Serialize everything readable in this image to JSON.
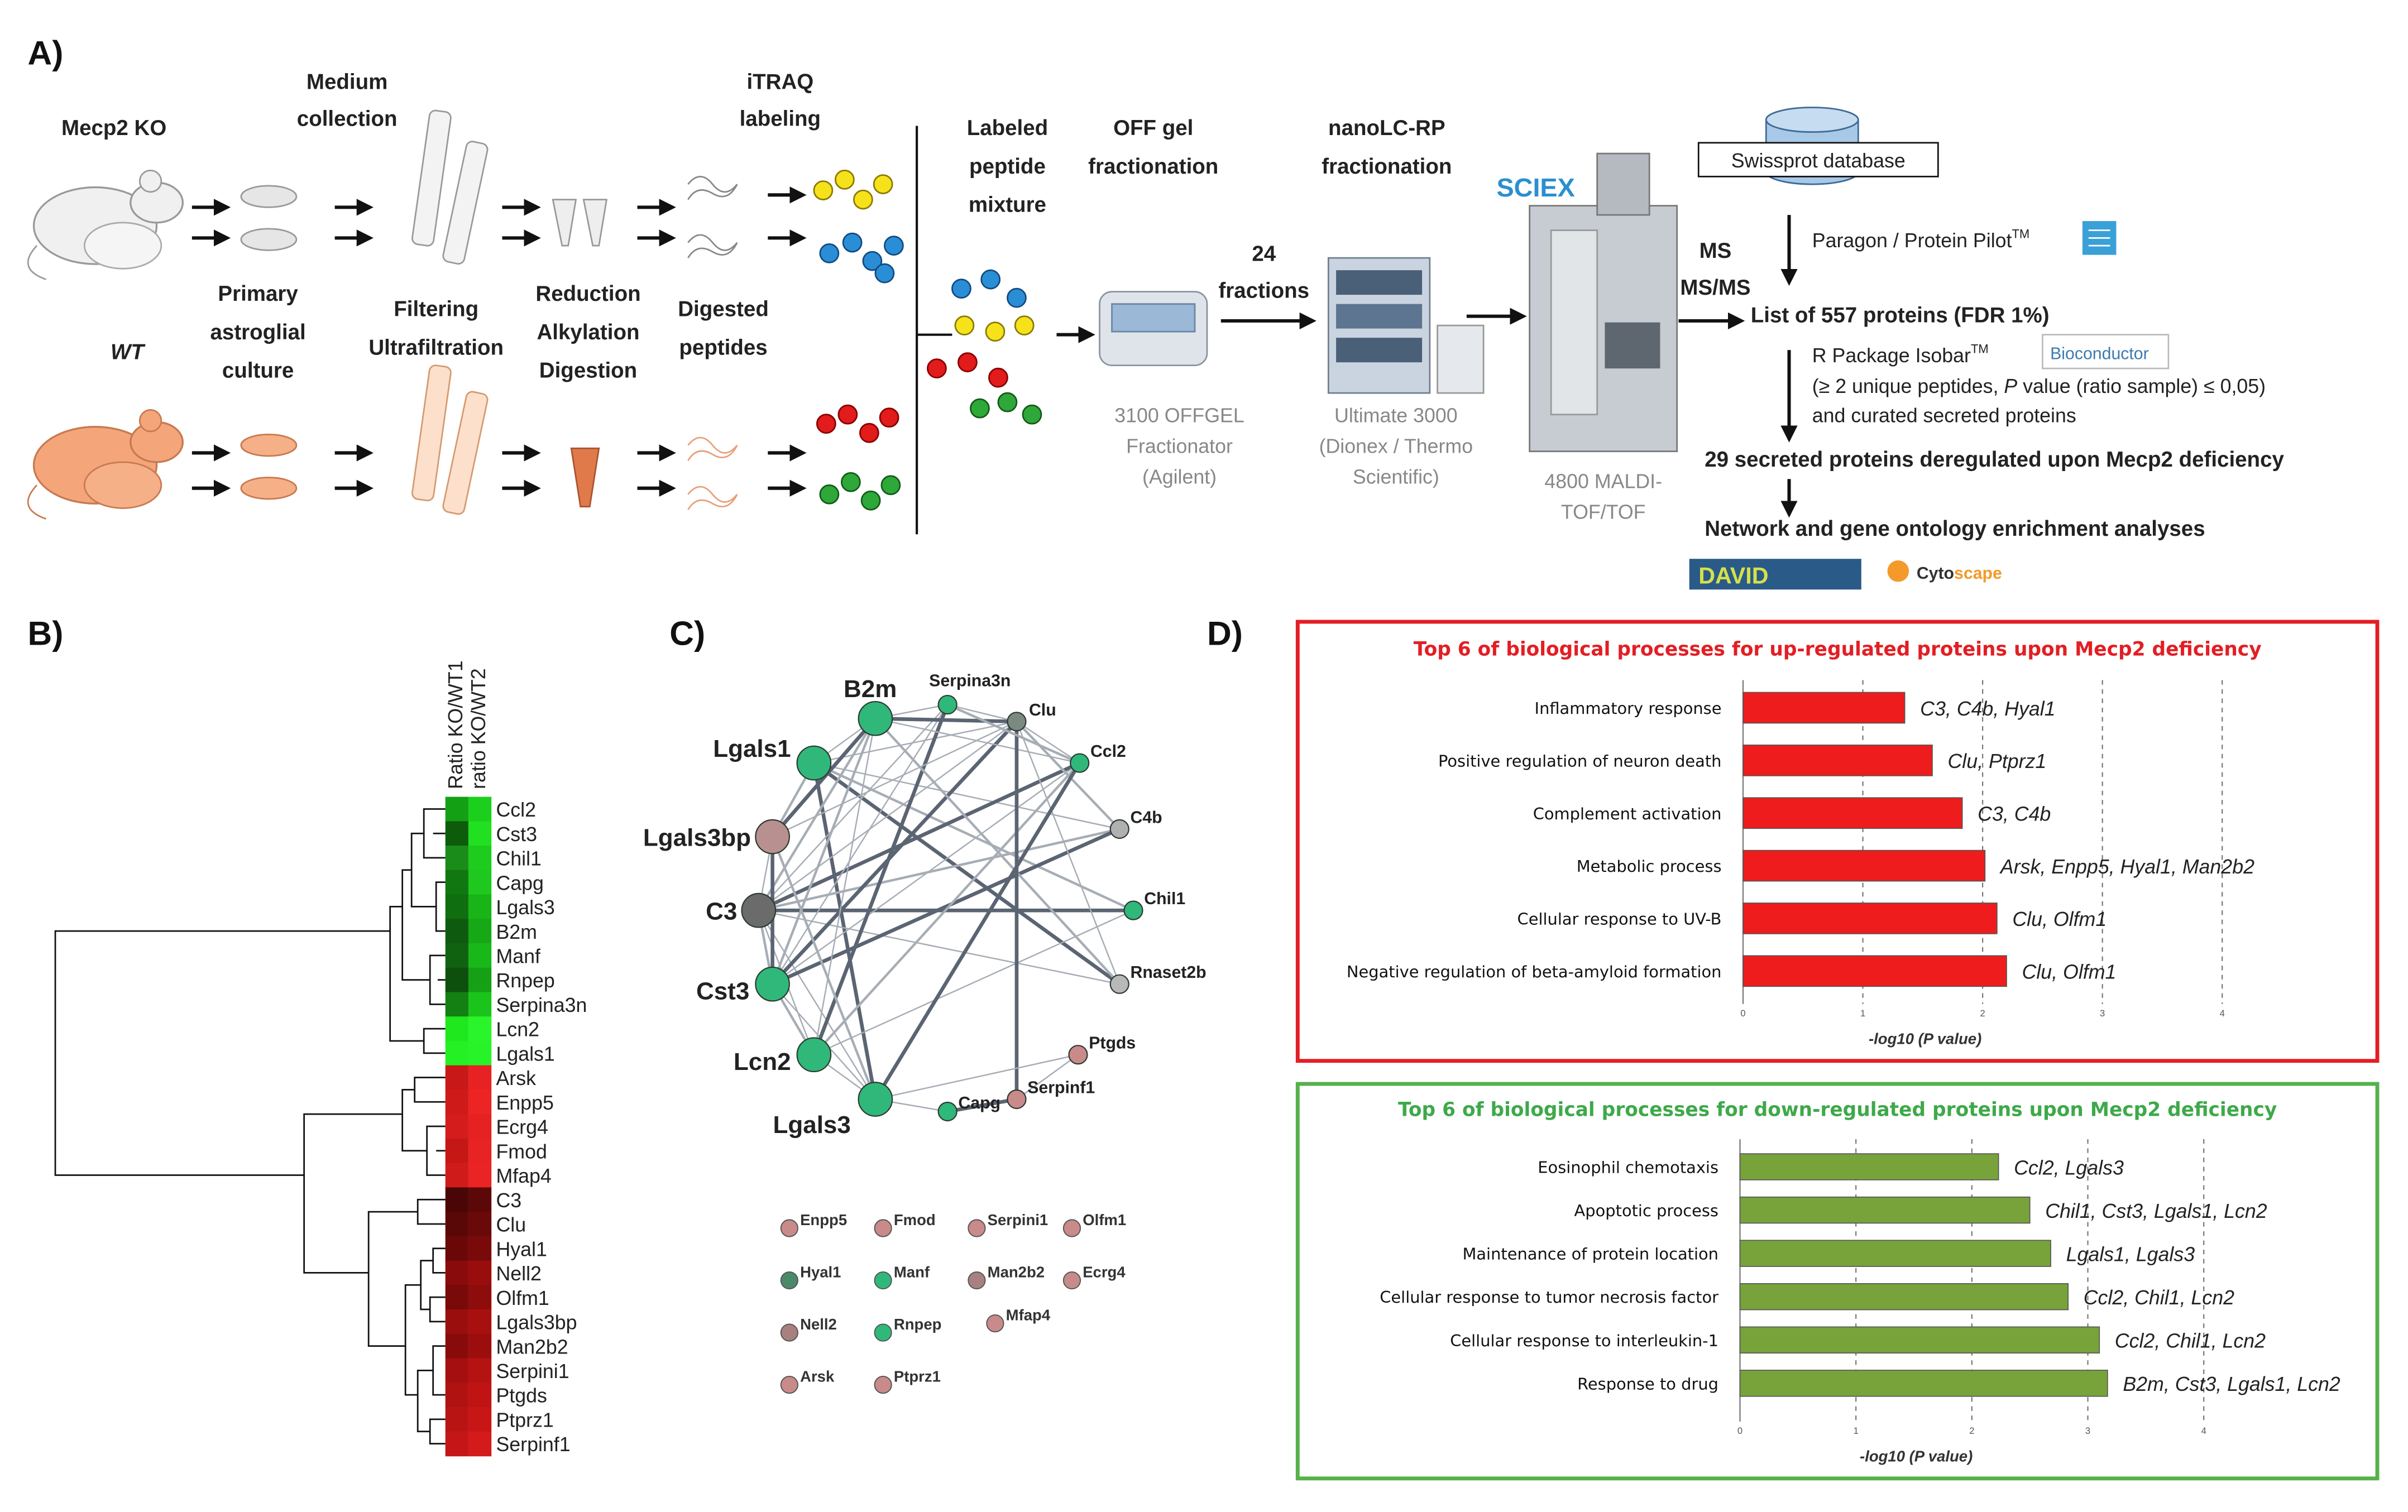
{
  "panels": {
    "a": "A)",
    "b": "B)",
    "c": "C)",
    "d": "D)"
  },
  "panel_a": {
    "mecp2_ko": "Mecp2 KO",
    "wt": "WT",
    "medium_collection": [
      "Medium",
      "collection"
    ],
    "itraq_labeling": [
      "iTRAQ",
      "labeling"
    ],
    "primary_culture": [
      "Primary",
      "astroglial",
      "culture"
    ],
    "filtering": [
      "Filtering",
      "Ultrafiltration"
    ],
    "reduction": [
      "Reduction",
      "Alkylation",
      "Digestion"
    ],
    "digested": [
      "Digested",
      "peptides"
    ],
    "labeled_mixture": [
      "Labeled",
      "peptide",
      "mixture"
    ],
    "offgel": [
      "OFF gel",
      "fractionation"
    ],
    "nanolc": [
      "nanoLC-RP",
      "fractionation"
    ],
    "fractions": [
      "24",
      "fractions"
    ],
    "offgel_instrument": [
      "3100 OFFGEL",
      "Fractionator",
      "(Agilent)"
    ],
    "ultimate": [
      "Ultimate 3000",
      "(Dionex / Thermo",
      "Scientific)"
    ],
    "maldi": [
      "4800 MALDI-",
      "TOF/TOF"
    ],
    "sciex": "SCIEX",
    "ms": [
      "MS",
      "MS/MS"
    ],
    "swissprot": "Swissprot database",
    "paragon": "Paragon / Protein Pilot",
    "tm": "TM",
    "list": "List of 557 proteins (FDR 1%)",
    "r_package": "R Package Isobar",
    "bioconductor": "Bioconductor",
    "criteria_1": "(≥ 2 unique peptides, ",
    "criteria_p": "P",
    "criteria_2": " value (ratio sample) ≤ 0,05)",
    "criteria_3": "and curated secreted proteins",
    "secreted": "29 secreted proteins deregulated upon Mecp2 deficiency",
    "network": "Network and gene ontology enrichment analyses",
    "david": "DAVID",
    "cytoscape_a": "Cyto",
    "cytoscape_b": "scape"
  },
  "heatmap": {
    "col_headers": [
      "Ratio KO/WT1",
      "ratio KO/WT2"
    ],
    "genes": [
      "Ccl2",
      "Cst3",
      "Chil1",
      "Capg",
      "Lgals3",
      "B2m",
      "Manf",
      "Rnpep",
      "Serpina3n",
      "Lcn2",
      "Lgals1",
      "Arsk",
      "Enpp5",
      "Ecrg4",
      "Fmod",
      "Mfap4",
      "C3",
      "Clu",
      "Hyal1",
      "Nell2",
      "Olfm1",
      "Lgals3bp",
      "Man2b2",
      "Serpini1",
      "Ptgds",
      "Ptprz1",
      "Serpinf1"
    ],
    "colors_col1": [
      "#14a014",
      "#0c5c0c",
      "#1a8c1a",
      "#117811",
      "#0f6e0f",
      "#0e5a0e",
      "#106210",
      "#0d500d",
      "#128012",
      "#1fe81f",
      "#24f024",
      "#c81818",
      "#cf1a1a",
      "#d41c1c",
      "#c61717",
      "#d01b1b",
      "#4a0606",
      "#5a0707",
      "#6a0808",
      "#8a0b0b",
      "#780a0a",
      "#9a0e0e",
      "#880b0b",
      "#a50f0f",
      "#b01212",
      "#b81414",
      "#c41616"
    ],
    "colors_col2": [
      "#1ccf1c",
      "#21e021",
      "#1dcc1d",
      "#1ec81e",
      "#18b418",
      "#16a816",
      "#19b819",
      "#15a015",
      "#1bc41b",
      "#2af52a",
      "#28f328",
      "#e82222",
      "#ec2424",
      "#e52121",
      "#e82323",
      "#ea2424",
      "#5d0808",
      "#6a0909",
      "#7a0a0a",
      "#990d0d",
      "#8e0c0c",
      "#a81010",
      "#9c0e0e",
      "#b51212",
      "#c01414",
      "#c81616",
      "#d41a1a"
    ]
  },
  "network": {
    "nodes": [
      {
        "id": "Serpina3n",
        "color": "#2fb87a",
        "big": false
      },
      {
        "id": "Clu",
        "color": "#7a8a80",
        "big": false
      },
      {
        "id": "Ccl2",
        "color": "#2fb87a",
        "big": false
      },
      {
        "id": "C4b",
        "color": "#b0b0b0",
        "big": false
      },
      {
        "id": "Chil1",
        "color": "#2fb87a",
        "big": false
      },
      {
        "id": "Rnaset2b",
        "color": "#b8b8b8",
        "big": false
      },
      {
        "id": "Ptgds",
        "color": "#c98a8a",
        "big": false
      },
      {
        "id": "Serpinf1",
        "color": "#c98a8a",
        "big": false
      },
      {
        "id": "Capg",
        "color": "#2fb87a",
        "big": false
      },
      {
        "id": "Lgals3",
        "color": "#2fb87a",
        "big": true
      },
      {
        "id": "Lcn2",
        "color": "#2fb87a",
        "big": true
      },
      {
        "id": "Cst3",
        "color": "#2fb87a",
        "big": true
      },
      {
        "id": "C3",
        "color": "#6b6b6b",
        "big": true
      },
      {
        "id": "Lgals3bp",
        "color": "#b89090",
        "big": true
      },
      {
        "id": "Lgals1",
        "color": "#2fb87a",
        "big": true
      },
      {
        "id": "B2m",
        "color": "#2fb87a",
        "big": true
      }
    ],
    "legend": [
      {
        "id": "Enpp5",
        "color": "#c98a8a"
      },
      {
        "id": "Fmod",
        "color": "#c98a8a"
      },
      {
        "id": "Serpini1",
        "color": "#c98a8a"
      },
      {
        "id": "Olfm1",
        "color": "#c98a8a"
      },
      {
        "id": "Hyal1",
        "color": "#4a8a6a"
      },
      {
        "id": "Manf",
        "color": "#2fb87a"
      },
      {
        "id": "Man2b2",
        "color": "#a88080"
      },
      {
        "id": "Ecrg4",
        "color": "#c98a8a"
      },
      {
        "id": "Nell2",
        "color": "#a88080"
      },
      {
        "id": "Rnpep",
        "color": "#2fb87a"
      },
      {
        "id": "Mfap4",
        "color": "#c98a8a"
      },
      {
        "id": "Arsk",
        "color": "#c98a8a"
      },
      {
        "id": "Ptprz1",
        "color": "#c98a8a"
      }
    ]
  },
  "chart_data": [
    {
      "type": "bar",
      "title": "Top 6 of biological processes for up-regulated proteins upon Mecp2 deficiency",
      "xlabel": "-log10 (P value)",
      "xlim": [
        0,
        4
      ],
      "ticks": [
        "0",
        "1",
        "2",
        "3",
        "4"
      ],
      "categories": [
        "Inflammatory response",
        "Positive regulation of neuron death",
        "Complement activation",
        "Metabolic process",
        "Cellular response to UV-B",
        "Negative regulation of beta-amyloid formation"
      ],
      "values": [
        1.35,
        1.58,
        1.83,
        2.02,
        2.12,
        2.2
      ],
      "genes": [
        "C3, C4b, Hyal1",
        "Clu, Ptprz1",
        "C3, C4b",
        "Arsk, Enpp5, Hyal1, Man2b2",
        "Clu, Olfm1",
        "Clu, Olfm1"
      ],
      "color": "#ee1c1c",
      "frame": "#e31e24",
      "title_color": "#e31e24"
    },
    {
      "type": "bar",
      "title": "Top 6 of biological processes for down-regulated proteins upon Mecp2 deficiency",
      "xlabel": "-log10 (P value)",
      "xlim": [
        0,
        4
      ],
      "ticks": [
        "0",
        "1",
        "2",
        "3",
        "4"
      ],
      "categories": [
        "Eosinophil chemotaxis",
        "Apoptotic process",
        "Maintenance of protein location",
        "Cellular response to tumor necrosis factor",
        "Cellular response to interleukin-1",
        "Response to drug"
      ],
      "values": [
        2.23,
        2.5,
        2.68,
        2.83,
        3.1,
        3.17
      ],
      "genes": [
        "Ccl2, Lgals3",
        "Chil1, Cst3, Lgals1, Lcn2",
        "Lgals1, Lgals3",
        "Ccl2, Chil1, Lcn2",
        "Ccl2, Chil1, Lcn2",
        "B2m, Cst3, Lgals1, Lcn2"
      ],
      "color": "#77a33a",
      "frame": "#55b14a",
      "title_color": "#3ea94a"
    }
  ]
}
